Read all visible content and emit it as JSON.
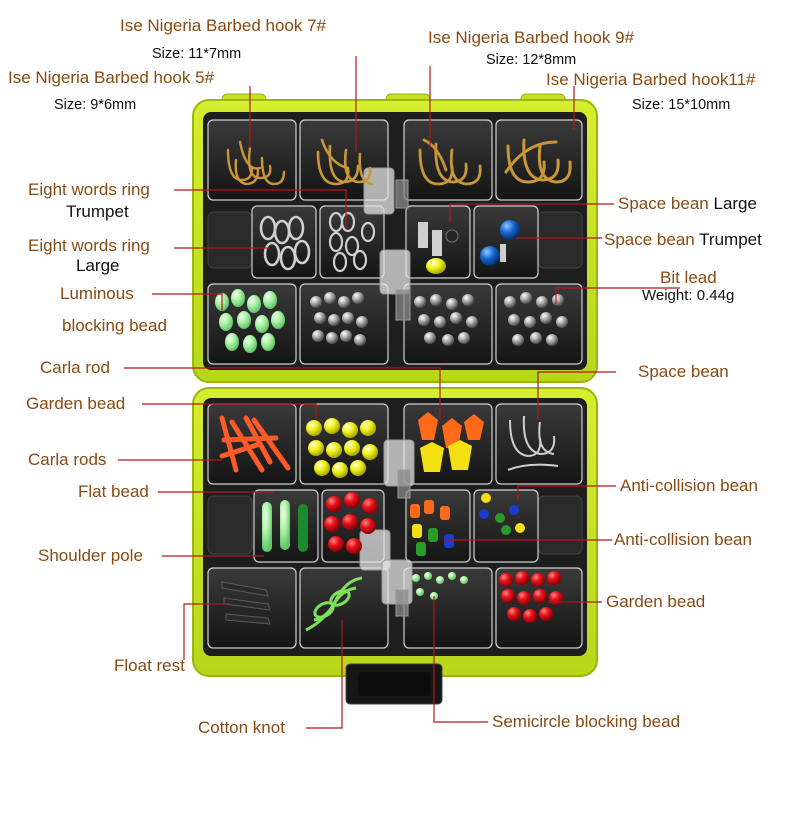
{
  "colors": {
    "case_yellow": "#c8e61e",
    "case_dark": "#1c1c1c",
    "label_brown": "#8a4a12",
    "leader_red": "#b01818",
    "bead_red": "#e8121c",
    "bead_green_glow": "#a8f0a0",
    "bead_yellow": "#f0f018",
    "hook_gold": "#c9973a",
    "lead_grey": "#9a9a9a"
  },
  "labels": {
    "hook7": {
      "name": "Ise Nigeria Barbed hook 7#",
      "size": "Size: 11*7mm"
    },
    "hook9": {
      "name": "Ise Nigeria Barbed hook 9#",
      "size": "Size: 12*8mm"
    },
    "hook5": {
      "name": "Ise Nigeria Barbed hook 5#",
      "size": "Size: 9*6mm"
    },
    "hook11": {
      "name": "Ise Nigeria Barbed hook11#",
      "size": "Size: 15*10mm"
    },
    "eight_ring_trumpet": {
      "name": "Eight words ring",
      "variant": "Trumpet"
    },
    "eight_ring_large": {
      "name": "Eight words ring",
      "variant": "Large"
    },
    "luminous": {
      "line1": "Luminous",
      "line2": "blocking bead"
    },
    "space_bean_large": {
      "name": "Space bean",
      "variant": "Large"
    },
    "space_bean_trumpet": {
      "name": "Space bean",
      "variant": "Trumpet"
    },
    "bit_lead": {
      "name": "Bit lead",
      "weight": "Weight: 0.44g"
    },
    "carla_rod": "Carla rod",
    "garden_bead_top": "Garden bead",
    "carla_rods": "Carla rods",
    "flat_bead": "Flat bead",
    "shoulder_pole": "Shoulder pole",
    "float_rest": "Float rest",
    "cotton_knot": "Cotton knot",
    "space_bean": "Space bean",
    "anti_collision_1": "Anti-collision bean",
    "anti_collision_2": "Anti-collision bean",
    "garden_bead_bottom": "Garden bead",
    "semicircle_blocking": "Semicircle blocking bead"
  }
}
